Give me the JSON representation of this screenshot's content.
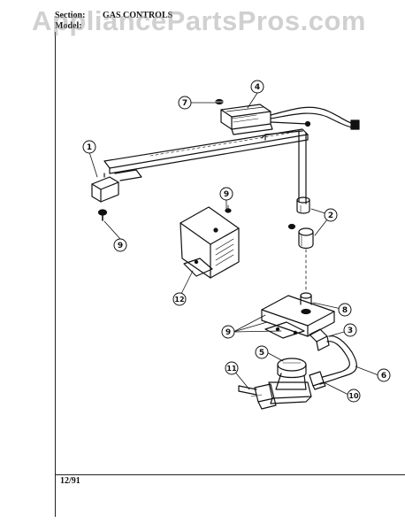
{
  "header": {
    "section_label": "Section:",
    "section_value": "GAS CONTROLS",
    "model_label": "Model:"
  },
  "watermark": "AppliancePartsPros.com",
  "footer": {
    "date": "12/91"
  },
  "callouts": [
    "1",
    "2",
    "3",
    "4",
    "5",
    "6",
    "7",
    "8",
    "9",
    "9",
    "9",
    "10",
    "11",
    "12"
  ]
}
